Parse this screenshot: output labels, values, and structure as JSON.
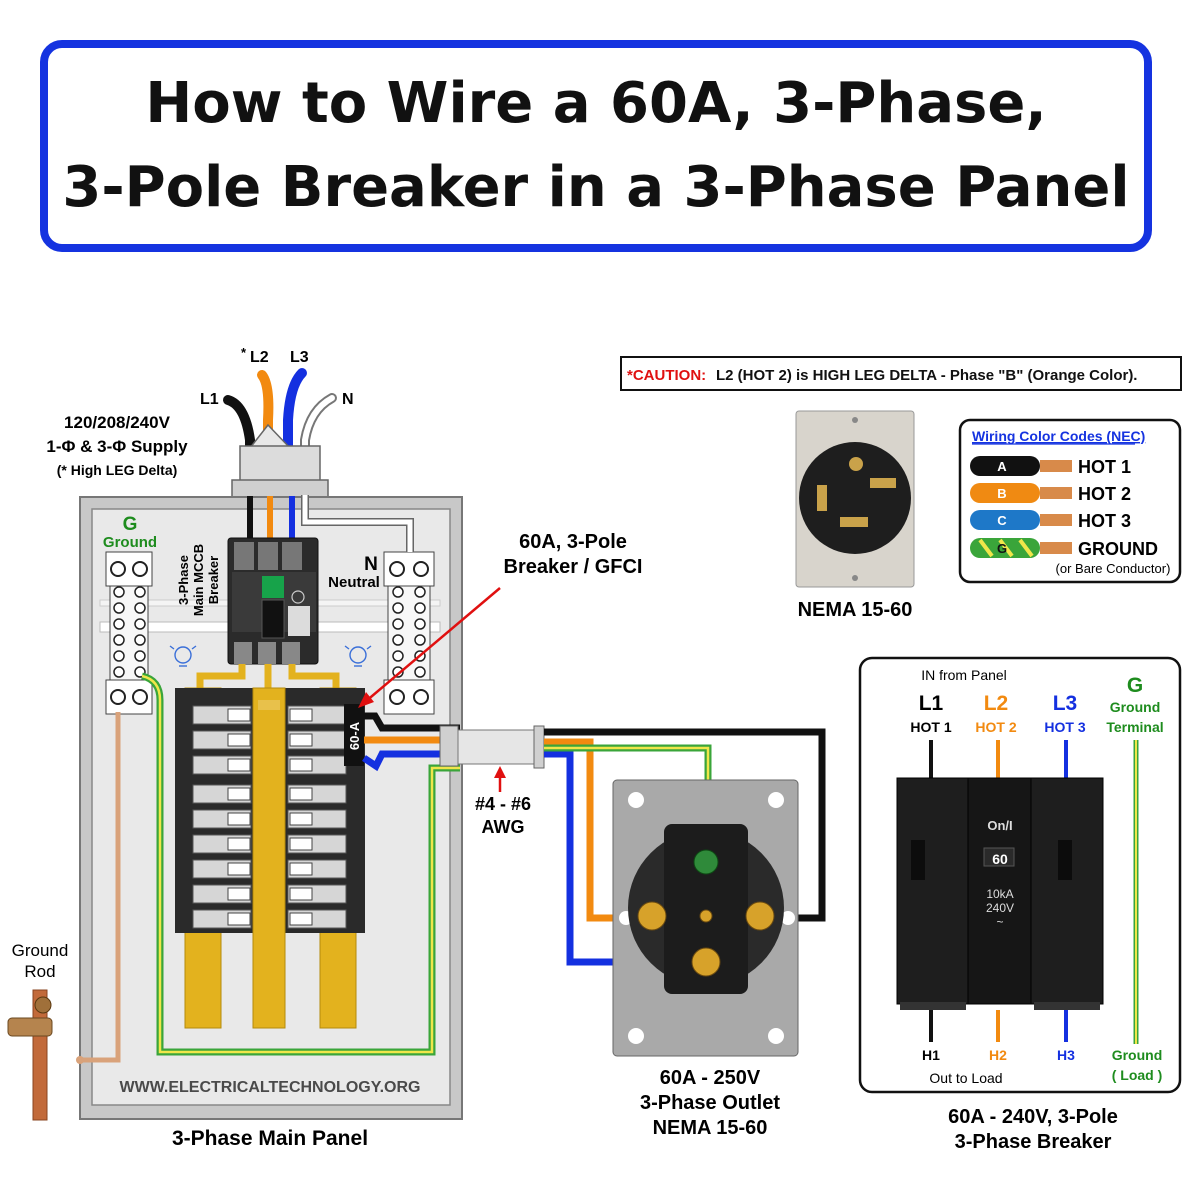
{
  "title": {
    "line1": "How to Wire a 60A, 3-Phase,",
    "line2": "3-Pole Breaker in a 3-Phase Panel"
  },
  "caution": {
    "label": "*CAUTION:",
    "text": "L2 (HOT 2) is HIGH LEG DELTA - Phase \"B\" (Orange Color)."
  },
  "supply": {
    "l1": "L1",
    "l2": "L2",
    "l2_star": "*",
    "l3": "L3",
    "n": "N",
    "line1": "120/208/240V",
    "line2": "1-Φ & 3-Φ Supply",
    "line3": "(* High LEG Delta)"
  },
  "panel": {
    "ground_letter": "G",
    "ground_label": "Ground",
    "neutral_letter": "N",
    "neutral_label": "Neutral",
    "mcb_label_1": "3-Phase",
    "mcb_label_2": "Main MCCB",
    "mcb_label_3": "Breaker",
    "breaker_tag": "60-A",
    "website": "WWW.ELECTRICALTECHNOLOGY.ORG",
    "caption": "3-Phase Main Panel"
  },
  "ground_rod": {
    "line1": "Ground",
    "line2": "Rod"
  },
  "breaker_callout": {
    "line1": "60A, 3-Pole",
    "line2": "Breaker / GFCI"
  },
  "wire_size": {
    "line1": "#4 - #6",
    "line2": "AWG"
  },
  "outlet": {
    "caption_line1": "60A - 250V",
    "caption_line2": "3-Phase Outlet",
    "caption_line3": "NEMA 15-60"
  },
  "nema_receptacle": {
    "caption": "NEMA 15-60"
  },
  "legend": {
    "title": "Wiring Color Codes (NEC)",
    "items": [
      {
        "tag": "A",
        "label": "HOT 1",
        "color": "#111111"
      },
      {
        "tag": "B",
        "label": "HOT 2",
        "color": "#f08a12"
      },
      {
        "tag": "C",
        "label": "HOT 3",
        "color": "#1e78c8"
      },
      {
        "tag": "G",
        "label": "GROUND",
        "color": "#3aa53a"
      }
    ],
    "note": "(or Bare Conductor)"
  },
  "breaker_detail": {
    "in_label": "IN from Panel",
    "l1": "L1",
    "l1_sub": "HOT 1",
    "l2": "L2",
    "l2_sub": "HOT 2",
    "l3": "L3",
    "l3_sub": "HOT 3",
    "g": "G",
    "g_sub1": "Ground",
    "g_sub2": "Terminal",
    "on_label": "On/I",
    "rating": "60",
    "spec1": "10kA",
    "spec2": "240V",
    "spec3": "~",
    "h1": "H1",
    "h2": "H2",
    "h3": "H3",
    "ground_out1": "Ground",
    "ground_out2": "( Load )",
    "out_label": "Out to Load",
    "caption_line1": "60A - 240V, 3-Pole",
    "caption_line2": "3-Phase Breaker"
  },
  "colors": {
    "hot1": "#111111",
    "hot2": "#f28a10",
    "hot3": "#1430e0",
    "ground": "#3aa53a",
    "busbar": "#e3b21e",
    "frame": "#1533e0"
  }
}
